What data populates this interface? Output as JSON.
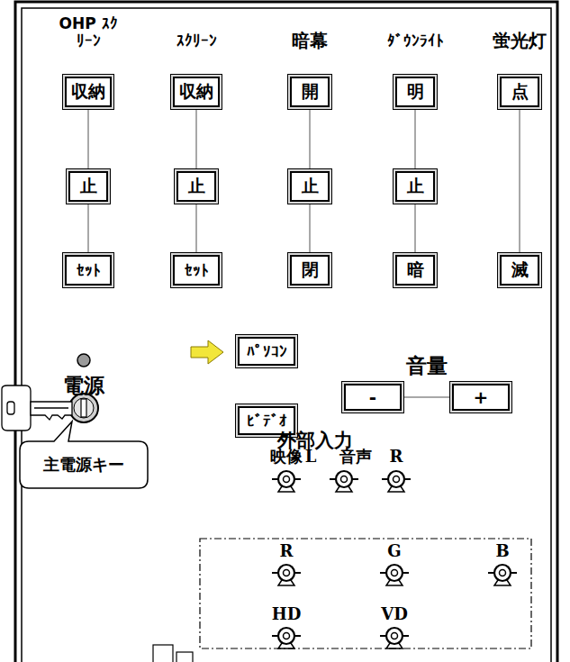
{
  "diagram": {
    "nodes": [
      {
        "text": [
          "収納"
        ]
      },
      {
        "text": [
          "止"
        ]
      },
      {
        "text": [
          "ｾｯﾄ"
        ]
      },
      {
        "text": [
          "収納"
        ]
      },
      {
        "text": [
          "止"
        ]
      },
      {
        "text": [
          "ｾｯﾄ"
        ]
      },
      {
        "text": [
          "開"
        ]
      },
      {
        "text": [
          "止"
        ]
      },
      {
        "text": [
          "閉"
        ]
      },
      {
        "text": [
          "明"
        ]
      },
      {
        "text": [
          "止"
        ]
      },
      {
        "text": [
          "暗"
        ]
      },
      {
        "text": [
          "点"
        ]
      },
      {
        "text": [
          "滅"
        ]
      },
      {
        "text": [
          "ﾊﾟｿｺﾝ"
        ]
      },
      {
        "text": [
          "ﾋﾞﾃﾞｵ"
        ]
      },
      {
        "text": [
          "-"
        ]
      },
      {
        "text": [
          "+"
        ]
      },
      {
        "text": [
          "主電源キー"
        ]
      }
    ],
    "edges": [
      {
        "from": 0,
        "to": 1,
        "arrow": "none"
      },
      {
        "from": 1,
        "to": 2,
        "arrow": "none"
      },
      {
        "from": 3,
        "to": 4,
        "arrow": "none"
      },
      {
        "from": 4,
        "to": 5,
        "arrow": "none"
      },
      {
        "from": 6,
        "to": 7,
        "arrow": "none"
      },
      {
        "from": 7,
        "to": 8,
        "arrow": "none"
      },
      {
        "from": 9,
        "to": 10,
        "arrow": "none"
      },
      {
        "from": 10,
        "to": 11,
        "arrow": "none"
      },
      {
        "from": 12,
        "to": 13,
        "arrow": "none"
      },
      {
        "from": 16,
        "to": 17,
        "arrow": "none"
      }
    ],
    "labels": [
      "OHP ｽｸﾘｰﾝ",
      "ｽｸﾘｰﾝ",
      "暗幕",
      "ﾀﾞｳﾝﾗｲﾄ",
      "蛍光灯",
      "音量",
      "電源",
      "外部入力",
      "映像",
      "L",
      "音声",
      "R",
      "R",
      "G",
      "B",
      "HD",
      "VD"
    ]
  }
}
